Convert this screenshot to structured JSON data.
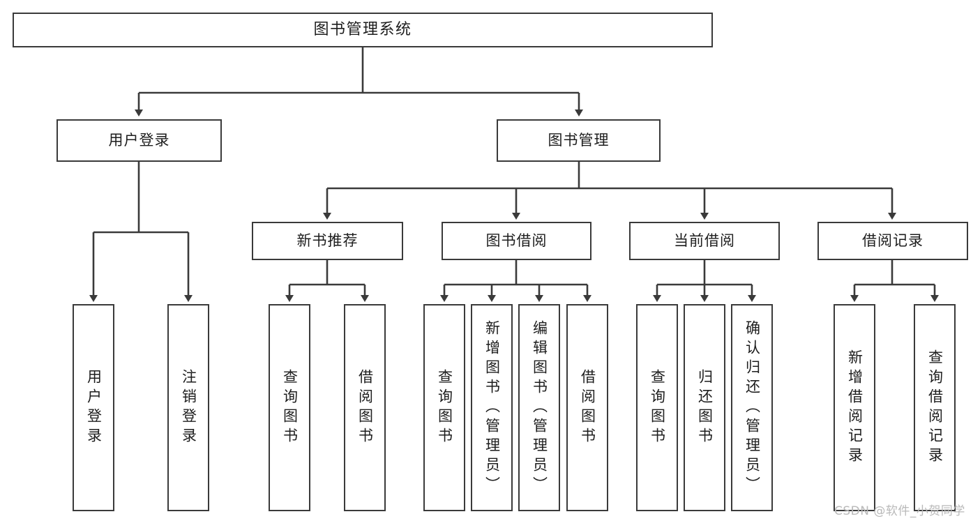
{
  "diagram": {
    "type": "tree-hierarchy-chart",
    "title": "图书管理系统",
    "stroke_color": "#3a3a3a",
    "text_color": "#1d1d1d",
    "background": "#ffffff"
  },
  "root": {
    "label": "图书管理系统"
  },
  "level2": [
    {
      "label": "用户登录"
    },
    {
      "label": "图书管理"
    }
  ],
  "level3": [
    {
      "label": "新书推荐"
    },
    {
      "label": "图书借阅"
    },
    {
      "label": "当前借阅"
    },
    {
      "label": "借阅记录"
    }
  ],
  "leaves": {
    "user_login": [
      {
        "label": "用户登录"
      },
      {
        "label": "注销登录"
      }
    ],
    "new_book": [
      {
        "label": "查询图书"
      },
      {
        "label": "借阅图书"
      }
    ],
    "book_borrow": [
      {
        "label": "查询图书"
      },
      {
        "label": "新增图书（管理员）"
      },
      {
        "label": "编辑图书（管理员）"
      },
      {
        "label": "借阅图书"
      }
    ],
    "current_borrow": [
      {
        "label": "查询图书"
      },
      {
        "label": "归还图书"
      },
      {
        "label": "确认归还（管理员）"
      }
    ],
    "borrow_record": [
      {
        "label": "新增借阅记录"
      },
      {
        "label": "查询借阅记录"
      }
    ]
  },
  "watermark": {
    "text": "CSDN @软件_小贺同学"
  }
}
